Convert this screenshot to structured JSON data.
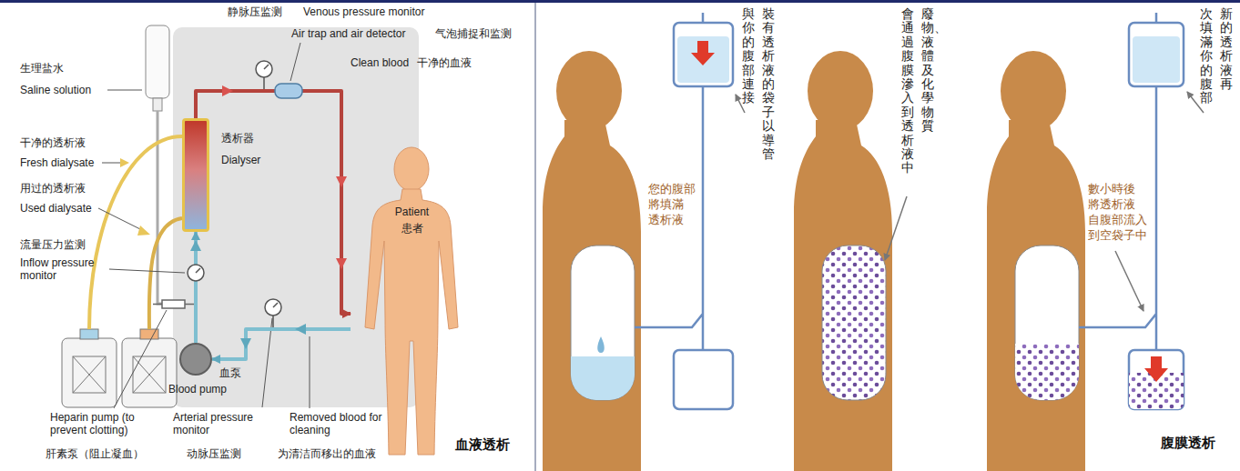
{
  "diagram": {
    "nodes": [
      {
        "text": [
          "透析器",
          "Dialyser"
        ]
      },
      {
        "text": [
          "Patient",
          "患者"
        ]
      },
      {
        "text": [
          "血泵",
          "Blood pump"
        ]
      }
    ],
    "edges": [
      {
        "from": 1,
        "to": 2,
        "arrow": "to"
      },
      {
        "from": 2,
        "to": 0,
        "arrow": "to"
      },
      {
        "from": 0,
        "to": 1,
        "arrow": "to"
      }
    ],
    "labels": [
      "生理盐水",
      "Saline solution",
      "干净的透析液",
      "Fresh dialysate",
      "用过的透析液",
      "Used dialysate",
      "流量压力监测",
      "Inflow pressure monitor",
      "Heparin pump (to prevent clotting)",
      "肝素泵（阻止凝血）",
      "Arterial pressure monitor",
      "动脉压监测",
      "Removed blood for cleaning",
      "为清洁而移出的血液",
      "静脉压监测",
      "Venous pressure monitor",
      "Air trap and air detector",
      "气泡捕捉和监测",
      "Clean blood",
      "干净的血液",
      "血液透析",
      "裝有透析液的袋子以導管",
      "與你的腹部連接",
      "您的腹部 將填滿 透析液",
      "廢物、液體及化學物質",
      "會通過腹膜滲入到透析液中",
      "數小時後 將透析液 自腹部流入 到空袋子中",
      "新的透析液再",
      "次填滿你的腹部",
      "腹膜透析"
    ]
  }
}
